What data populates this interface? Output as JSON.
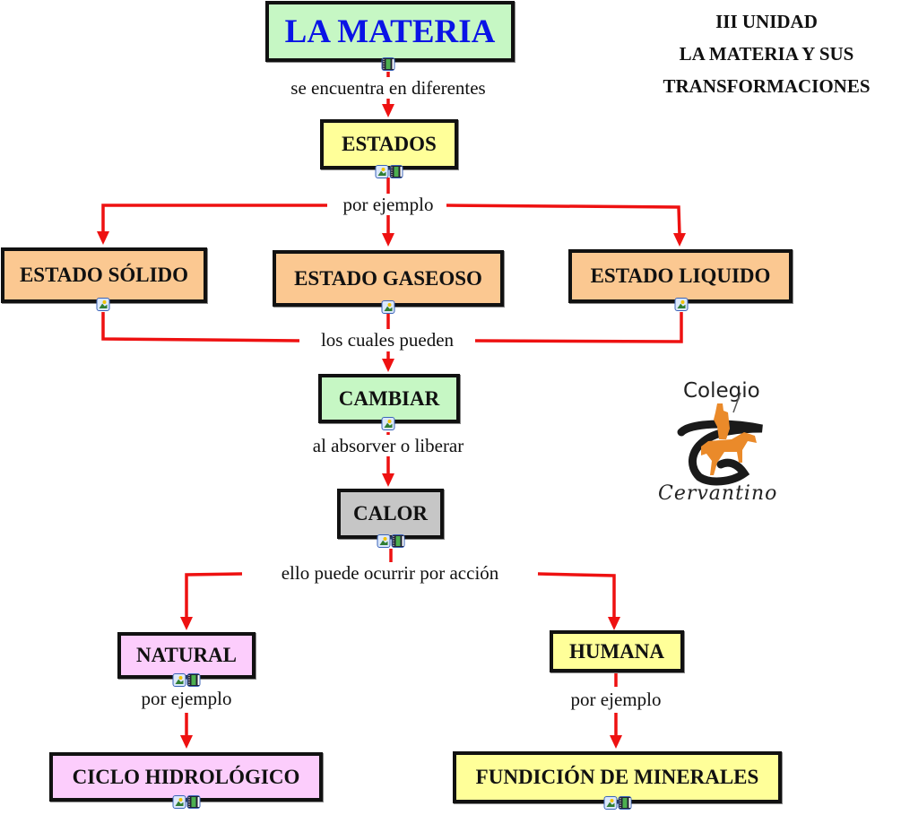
{
  "header": {
    "lines": [
      "III UNIDAD",
      "LA MATERIA Y SUS",
      "TRANSFORMACIONES"
    ]
  },
  "colors": {
    "arrow": "#ee1111",
    "green": "#c6f7c4",
    "yellow": "#ffff99",
    "orange": "#fbc891",
    "gray": "#c6c6c6",
    "pink": "#fccdfc",
    "title_text": "#0a14e6"
  },
  "nodes": {
    "materia": "LA MATERIA",
    "estados": "ESTADOS",
    "solido": "ESTADO SÓLIDO",
    "gaseoso": "ESTADO GASEOSO",
    "liquido": "ESTADO LIQUIDO",
    "cambiar": "CAMBIAR",
    "calor": "CALOR",
    "natural": "NATURAL",
    "humana": "HUMANA",
    "ciclo": "CICLO HIDROLÓGICO",
    "fundicion": "FUNDICIÓN DE MINERALES"
  },
  "links": {
    "se_encuentra": "se encuentra en diferentes",
    "por_ejemplo_1": "por ejemplo",
    "los_cuales": "los cuales pueden",
    "al_absorver": "al absorver o liberar",
    "ello_puede": "ello puede ocurrir por acción",
    "por_ejemplo_2": "por ejemplo",
    "por_ejemplo_3": "por ejemplo"
  },
  "logo": {
    "top_text": "Colegio",
    "bottom_text": "Cervantino"
  }
}
